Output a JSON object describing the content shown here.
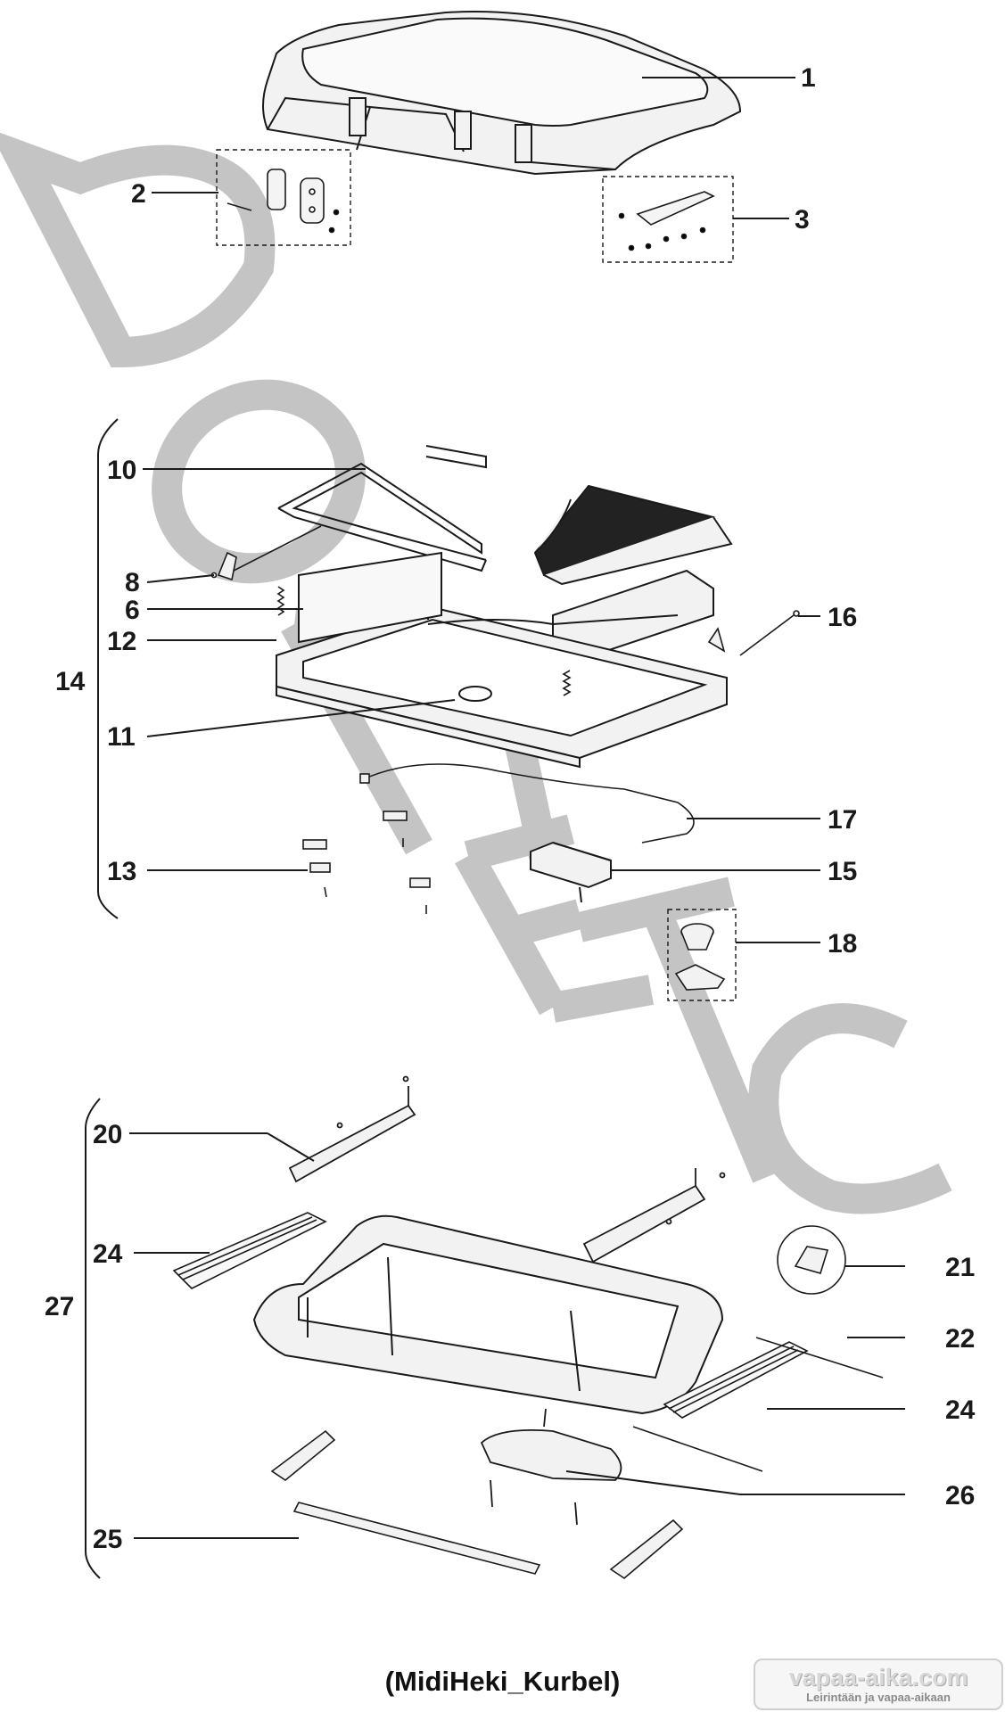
{
  "watermark": "DOMETIC",
  "labels": {
    "l1": "1",
    "l2": "2",
    "l3": "3",
    "l6": "6",
    "l8": "8",
    "l10": "10",
    "l11": "11",
    "l12": "12",
    "l13": "13",
    "l14": "14",
    "l15": "15",
    "l16": "16",
    "l17": "17",
    "l18": "18",
    "l20": "20",
    "l21": "21",
    "l22": "22",
    "l24a": "24",
    "l24b": "24",
    "l25": "25",
    "l26": "26",
    "l27": "27"
  },
  "caption": "(MidiHeki_Kurbel)",
  "logo": {
    "main": "vapaa-aika.com",
    "sub": "Leirintään ja vapaa-aikaan"
  },
  "colors": {
    "line": "#1a1a1a",
    "watermark": "#c4c4c4",
    "fill": "#f2f2f2"
  }
}
